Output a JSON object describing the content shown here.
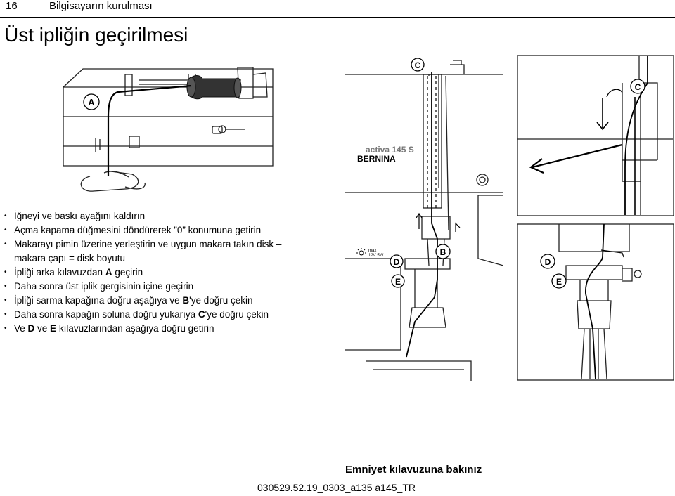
{
  "header": {
    "page_number": "16",
    "running_title": "Bilgisayarın kurulması"
  },
  "title": "Üst ipliğin geçirilmesi",
  "steps": [
    {
      "pre": "İğneyi ve baskı ayağını kaldırın"
    },
    {
      "pre": "Açma kapama düğmesini döndürerek ”0” konumuna getirin"
    },
    {
      "pre": "Makarayı pimin üzerine yerleştirin ve uygun makara takın disk –"
    },
    {
      "pre": "makara çapı = disk boyutu"
    },
    {
      "pre": "İpliği arka kılavuzdan ",
      "key": "A",
      "post": " geçirin"
    },
    {
      "pre": "Daha sonra üst iplik gergisinin içine geçirin"
    },
    {
      "pre": "İpliği sarma kapağına doğru aşağıya ve ",
      "key": "B",
      "post": "'ye doğru çekin"
    },
    {
      "pre": "Daha sonra kapağın soluna doğru yukarıya ",
      "key": "C",
      "post": "'ye doğru çekin"
    },
    {
      "pre": "Ve ",
      "key": "D",
      "mid": " ve ",
      "key2": "E",
      "post": " kılavuzlarından aşağıya doğru getirin"
    }
  ],
  "illustrations": {
    "spool": {
      "label_a": "A"
    },
    "front": {
      "model": "activa 145 S",
      "brand": "BERNINA",
      "lamp_line1": "max",
      "lamp_line2": "12V 5W",
      "label_b": "B",
      "label_c": "C",
      "label_d": "D",
      "label_e": "E"
    },
    "detail_top": {
      "label_c": "C"
    },
    "detail_bottom": {
      "label_d": "D",
      "label_e": "E"
    }
  },
  "footer": {
    "note": "Emniyet kılavuzuna bakınız",
    "code": "030529.52.19_0303_a135 a145_TR"
  }
}
